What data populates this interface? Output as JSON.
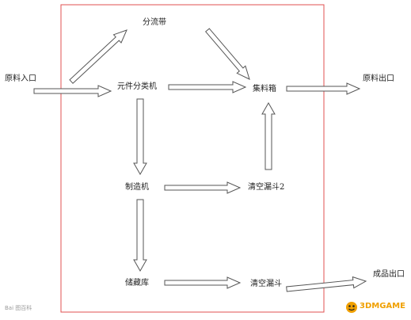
{
  "nodes": {
    "raw_input": "原料入口",
    "splitter": "元件分类机",
    "shunt_belt": "分流带",
    "collector": "集料箱",
    "raw_output": "原料出口",
    "fabricator": "制造机",
    "clear_hopper_2": "清空漏斗2",
    "storage": "储藏库",
    "clear_hopper": "清空漏斗",
    "product_output": "成品出口"
  },
  "edges": [
    {
      "from": "raw_input",
      "to": "splitter"
    },
    {
      "from": "splitter",
      "to": "shunt_belt"
    },
    {
      "from": "shunt_belt",
      "to": "collector"
    },
    {
      "from": "splitter",
      "to": "collector"
    },
    {
      "from": "collector",
      "to": "raw_output"
    },
    {
      "from": "splitter",
      "to": "fabricator"
    },
    {
      "from": "fabricator",
      "to": "clear_hopper_2"
    },
    {
      "from": "clear_hopper_2",
      "to": "collector"
    },
    {
      "from": "fabricator",
      "to": "storage"
    },
    {
      "from": "storage",
      "to": "clear_hopper"
    },
    {
      "from": "clear_hopper",
      "to": "product_output"
    }
  ],
  "colors": {
    "frame": "#e05050",
    "arrow_stroke": "#555555",
    "arrow_fill": "#ffffff",
    "text": "#222222",
    "watermark_brand": "#f0a000"
  },
  "watermark": {
    "left_text": "Bai 图百科",
    "right_text": "3DMGAME",
    "right_icon": "3dm-logo-icon"
  }
}
